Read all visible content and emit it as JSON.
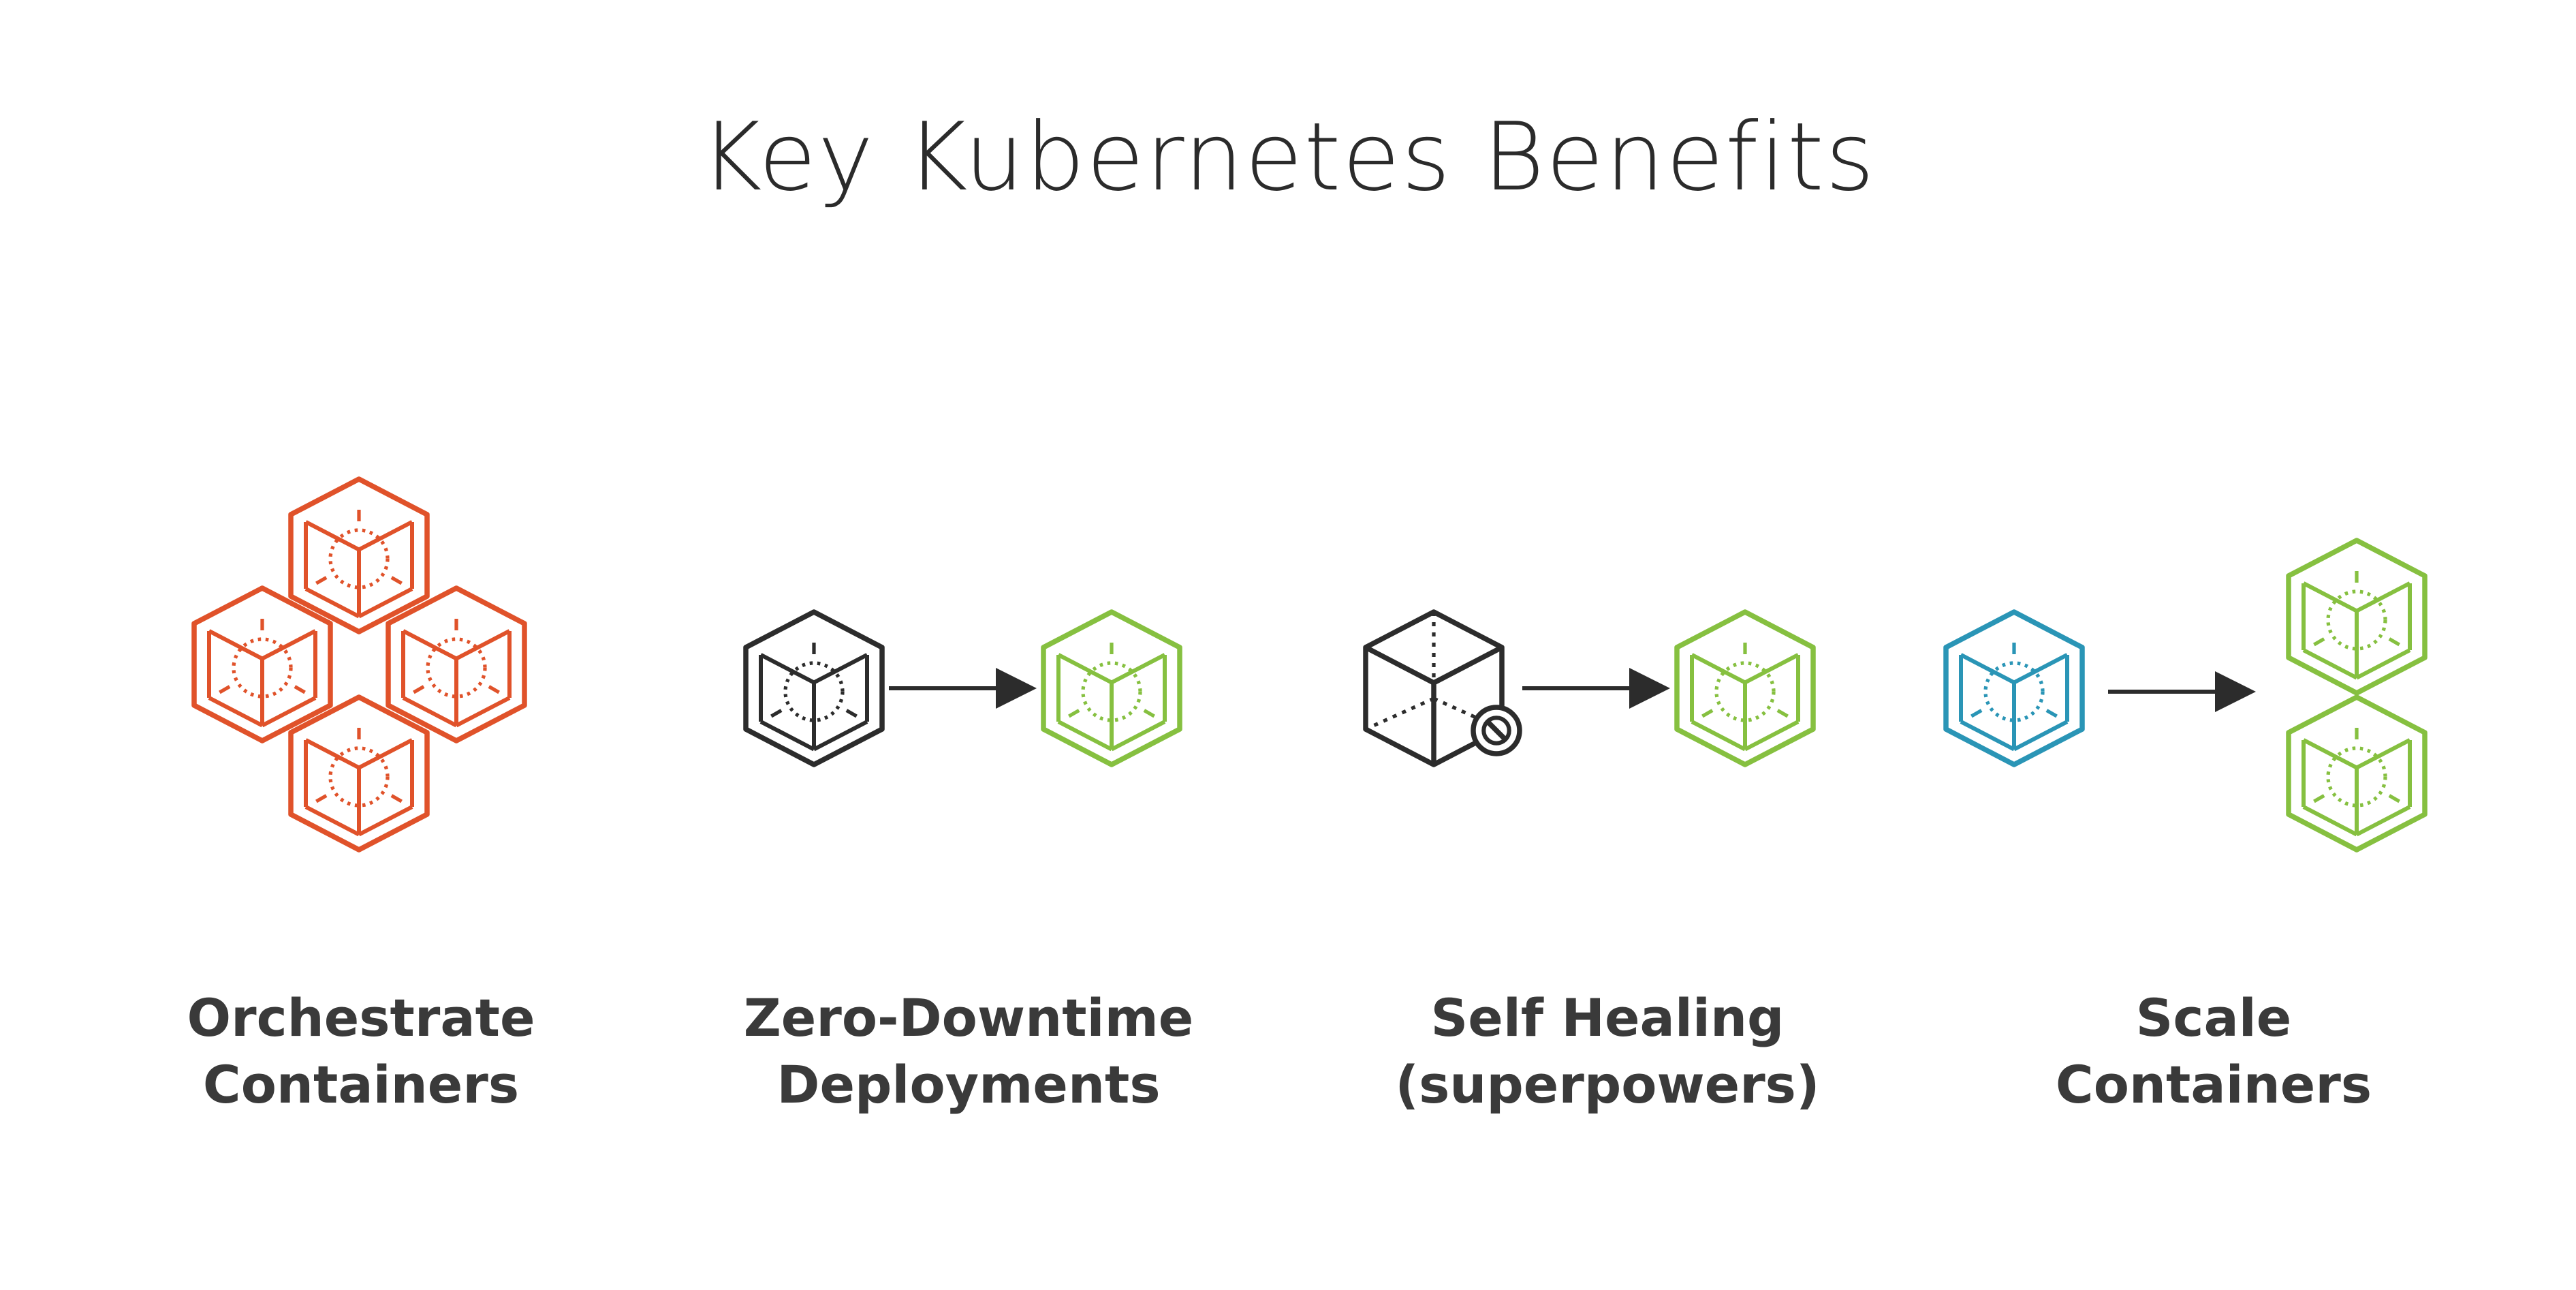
{
  "title": "Key Kubernetes Benefits",
  "colors": {
    "orange": "#e0522a",
    "black": "#2c2c2c",
    "green": "#86c040",
    "blue": "#2a95b6",
    "text": "#3a3a3a",
    "background": "#ffffff"
  },
  "benefits": [
    {
      "line1": "Orchestrate",
      "line2": "Containers",
      "icons": [
        "container-icon",
        "container-icon",
        "container-icon",
        "container-icon"
      ]
    },
    {
      "line1": "Zero-Downtime",
      "line2": "Deployments",
      "icons": [
        "container-icon",
        "arrow-right-icon",
        "container-icon"
      ]
    },
    {
      "line1": "Self Healing",
      "line2": "(superpowers)",
      "icons": [
        "broken-container-icon",
        "no-entry-icon",
        "arrow-right-icon",
        "container-icon"
      ]
    },
    {
      "line1": "Scale",
      "line2": "Containers",
      "icons": [
        "container-icon",
        "arrow-right-icon",
        "container-icon",
        "container-icon"
      ]
    }
  ]
}
